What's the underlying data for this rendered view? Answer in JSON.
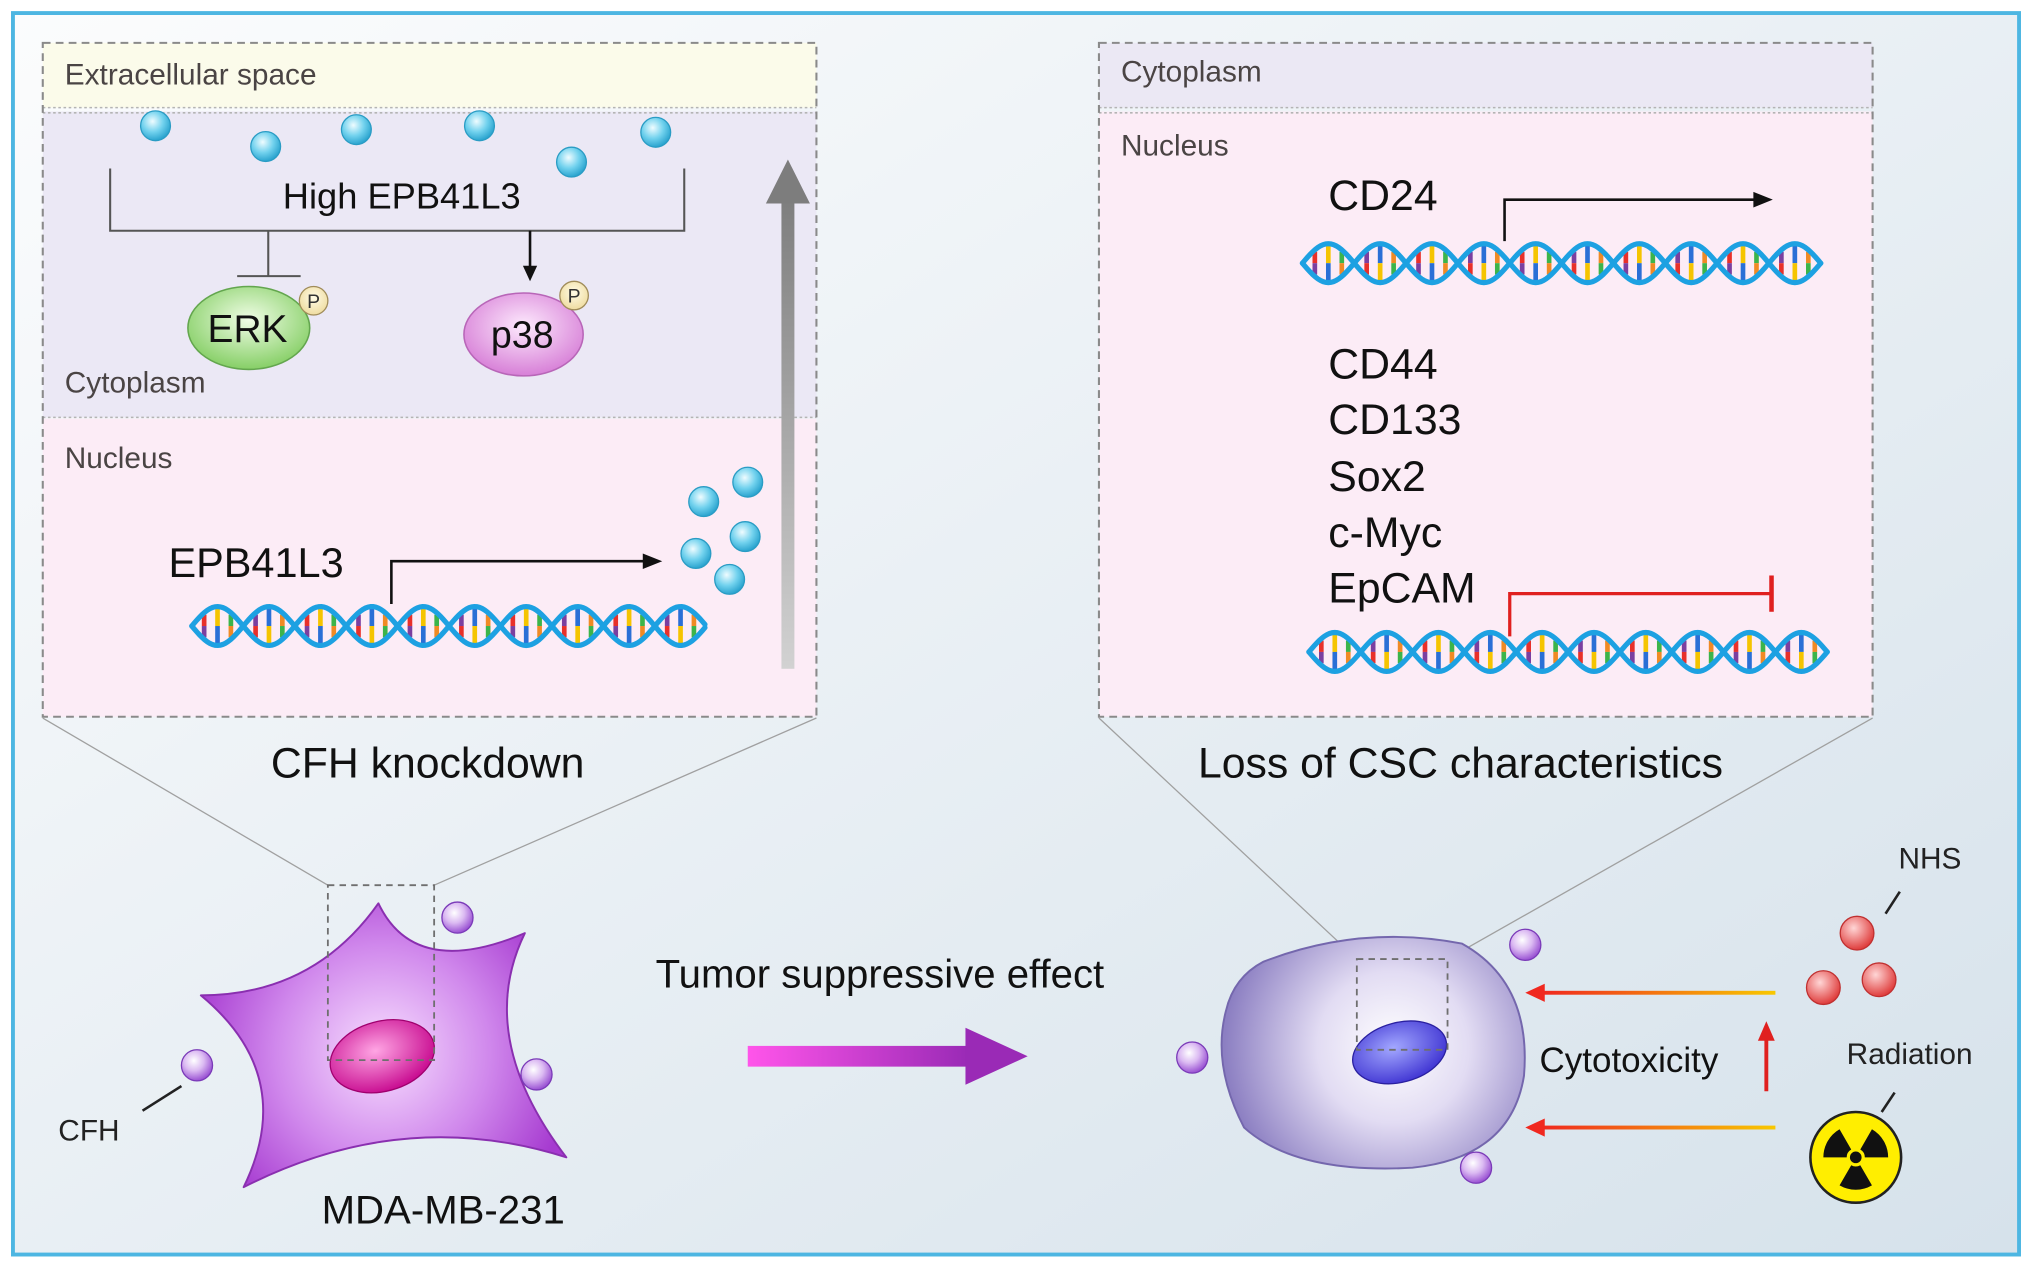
{
  "left_panel": {
    "extracellular_label": "Extracellular space",
    "signal_label": "High EPB41L3",
    "erk_label": "ERK",
    "p38_label": "p38",
    "phospho_label": "P",
    "cytoplasm_label": "Cytoplasm",
    "nucleus_label": "Nucleus",
    "gene_label": "EPB41L3",
    "caption": "CFH knockdown"
  },
  "left_cell": {
    "cell_line_label": "MDA-MB-231",
    "cfh_label": "CFH"
  },
  "transition": {
    "label": "Tumor suppressive effect"
  },
  "right_panel": {
    "cytoplasm_label": "Cytoplasm",
    "nucleus_label": "Nucleus",
    "activated_gene": "CD24",
    "repressed_genes": [
      "CD44",
      "CD133",
      "Sox2",
      "c-Myc",
      "EpCAM"
    ],
    "caption": "Loss of CSC characteristics"
  },
  "right_cell": {
    "nhs_label": "NHS",
    "radiation_label": "Radiation",
    "cytotoxicity_label": "Cytotoxicity"
  },
  "colors": {
    "frame_border": "#4db6e2",
    "dna_strand": "#1da1e2",
    "dna_bases": [
      "#e8302a",
      "#f5c400",
      "#3cb44a",
      "#7b3fa0",
      "#2a6fd6",
      "#f08a24"
    ],
    "inhibition": "#e0201f",
    "activation": "#111111"
  }
}
